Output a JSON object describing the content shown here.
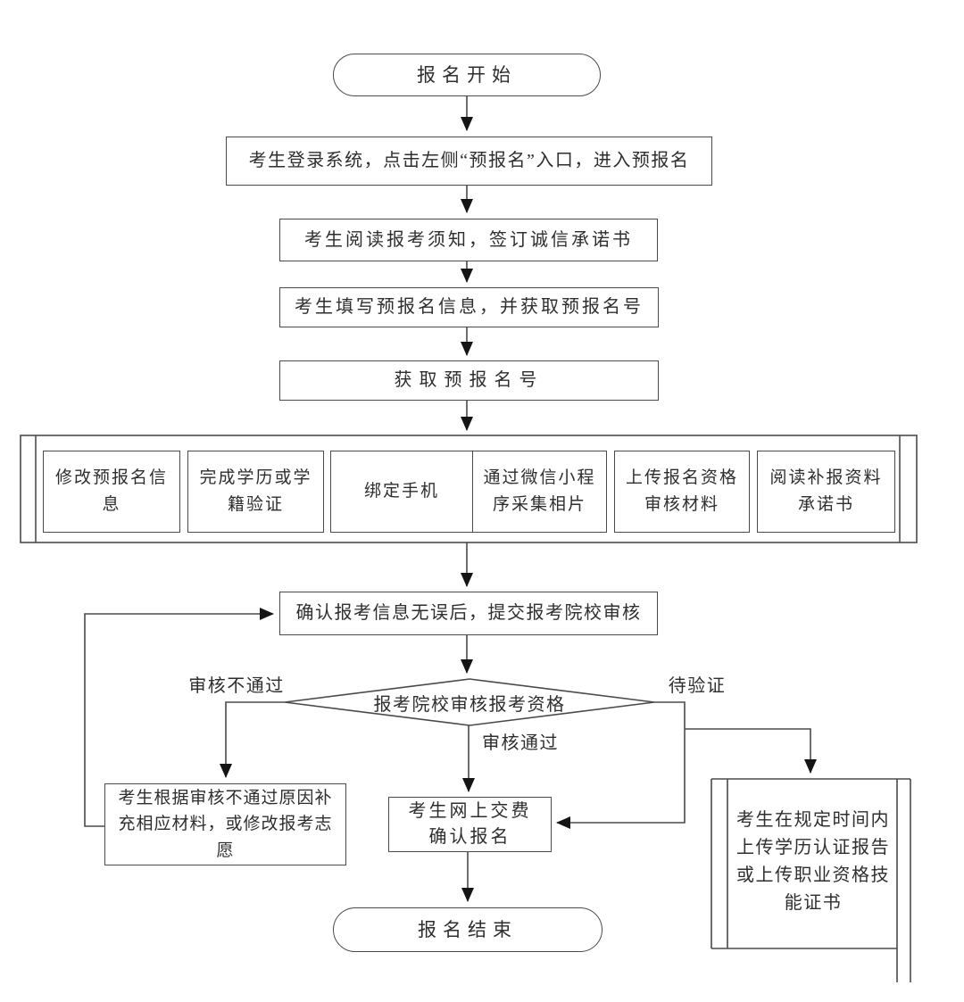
{
  "flow": {
    "start": "报名开始",
    "login": "考生登录系统，点击左侧“预报名”入口，进入预报名",
    "notice": "考生阅读报考须知，签订诚信承诺书",
    "fill": "考生填写预报名信息，并获取预报名号",
    "number": "获取预报名号",
    "tasks": [
      "修改预报名信\n息",
      "完成学历或学\n籍验证",
      "绑定手机",
      "通过微信小程\n序采集相片",
      "上传报名资格\n审核材料",
      "阅读补报资料\n承诺书"
    ],
    "confirm": "确认报考信息无误后，提交报考院校审核",
    "decision": "报考院校审核报考资格",
    "label_fail": "审核不通过",
    "label_pass": "审核通过",
    "label_pending": "待验证",
    "supplement": "考生根据审核不通过原因补\n充相应材料，或修改报考志\n愿",
    "pay": "考生网上交费\n确认报名",
    "upload": "考生在规定时间内\n上传学历认证报告\n或上传职业资格技\n能证书",
    "end": "报名结束"
  },
  "colors": {
    "line": "#4a4a4a",
    "arrow": "#151515",
    "text": "#2e2e2e",
    "background": "#ffffff"
  }
}
